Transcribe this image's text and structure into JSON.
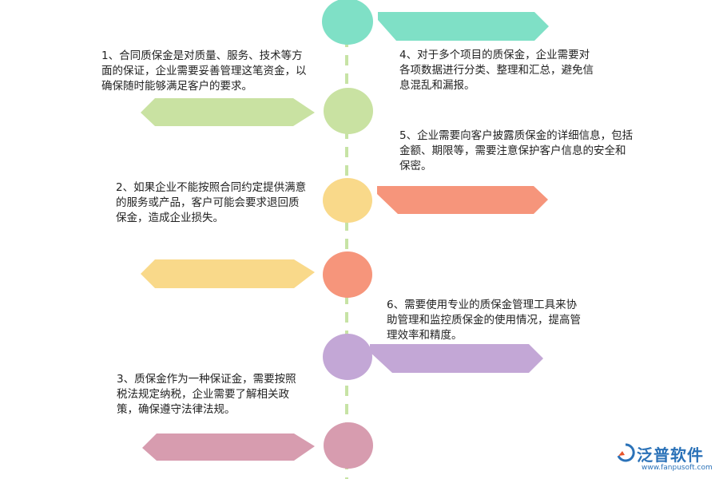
{
  "items": [
    {
      "id": "1",
      "text": "1、合同质保金是对质量、服务、技术等方面的保证，企业需要妥善管理这笔资金，以确保随时能够满足客户的要求。",
      "color": "#c9e2a2"
    },
    {
      "id": "2",
      "text": "2、如果企业不能按照合同约定提供满意的服务或产品，客户可能会要求退回质保金，造成企业损失。",
      "color": "#f9d98a"
    },
    {
      "id": "3",
      "text": "3、质保金作为一种保证金，需要按照税法规定纳税，企业需要了解相关政策，确保遵守法律法规。",
      "color": "#d79caf"
    },
    {
      "id": "4",
      "text": "4、对于多个项目的质保金，企业需要对各项数据进行分类、整理和汇总，避免信息混乱和漏报。",
      "color": "#7fe0c6"
    },
    {
      "id": "5",
      "text": "5、企业需要向客户披露质保金的详细信息，包括金额、期限等，需要注意保护客户信息的安全和保密。",
      "color": "#f6957b"
    },
    {
      "id": "6",
      "text": "6、需要使用专业的质保金管理工具来协助管理和监控质保金的使用情况，提高管理效率和精度。",
      "color": "#c3a7d6"
    }
  ],
  "timeline_color": "#c7e3a5",
  "logo": {
    "name": "泛普软件",
    "url": "www.fanpusoft.com",
    "color": "#2b72b8"
  }
}
